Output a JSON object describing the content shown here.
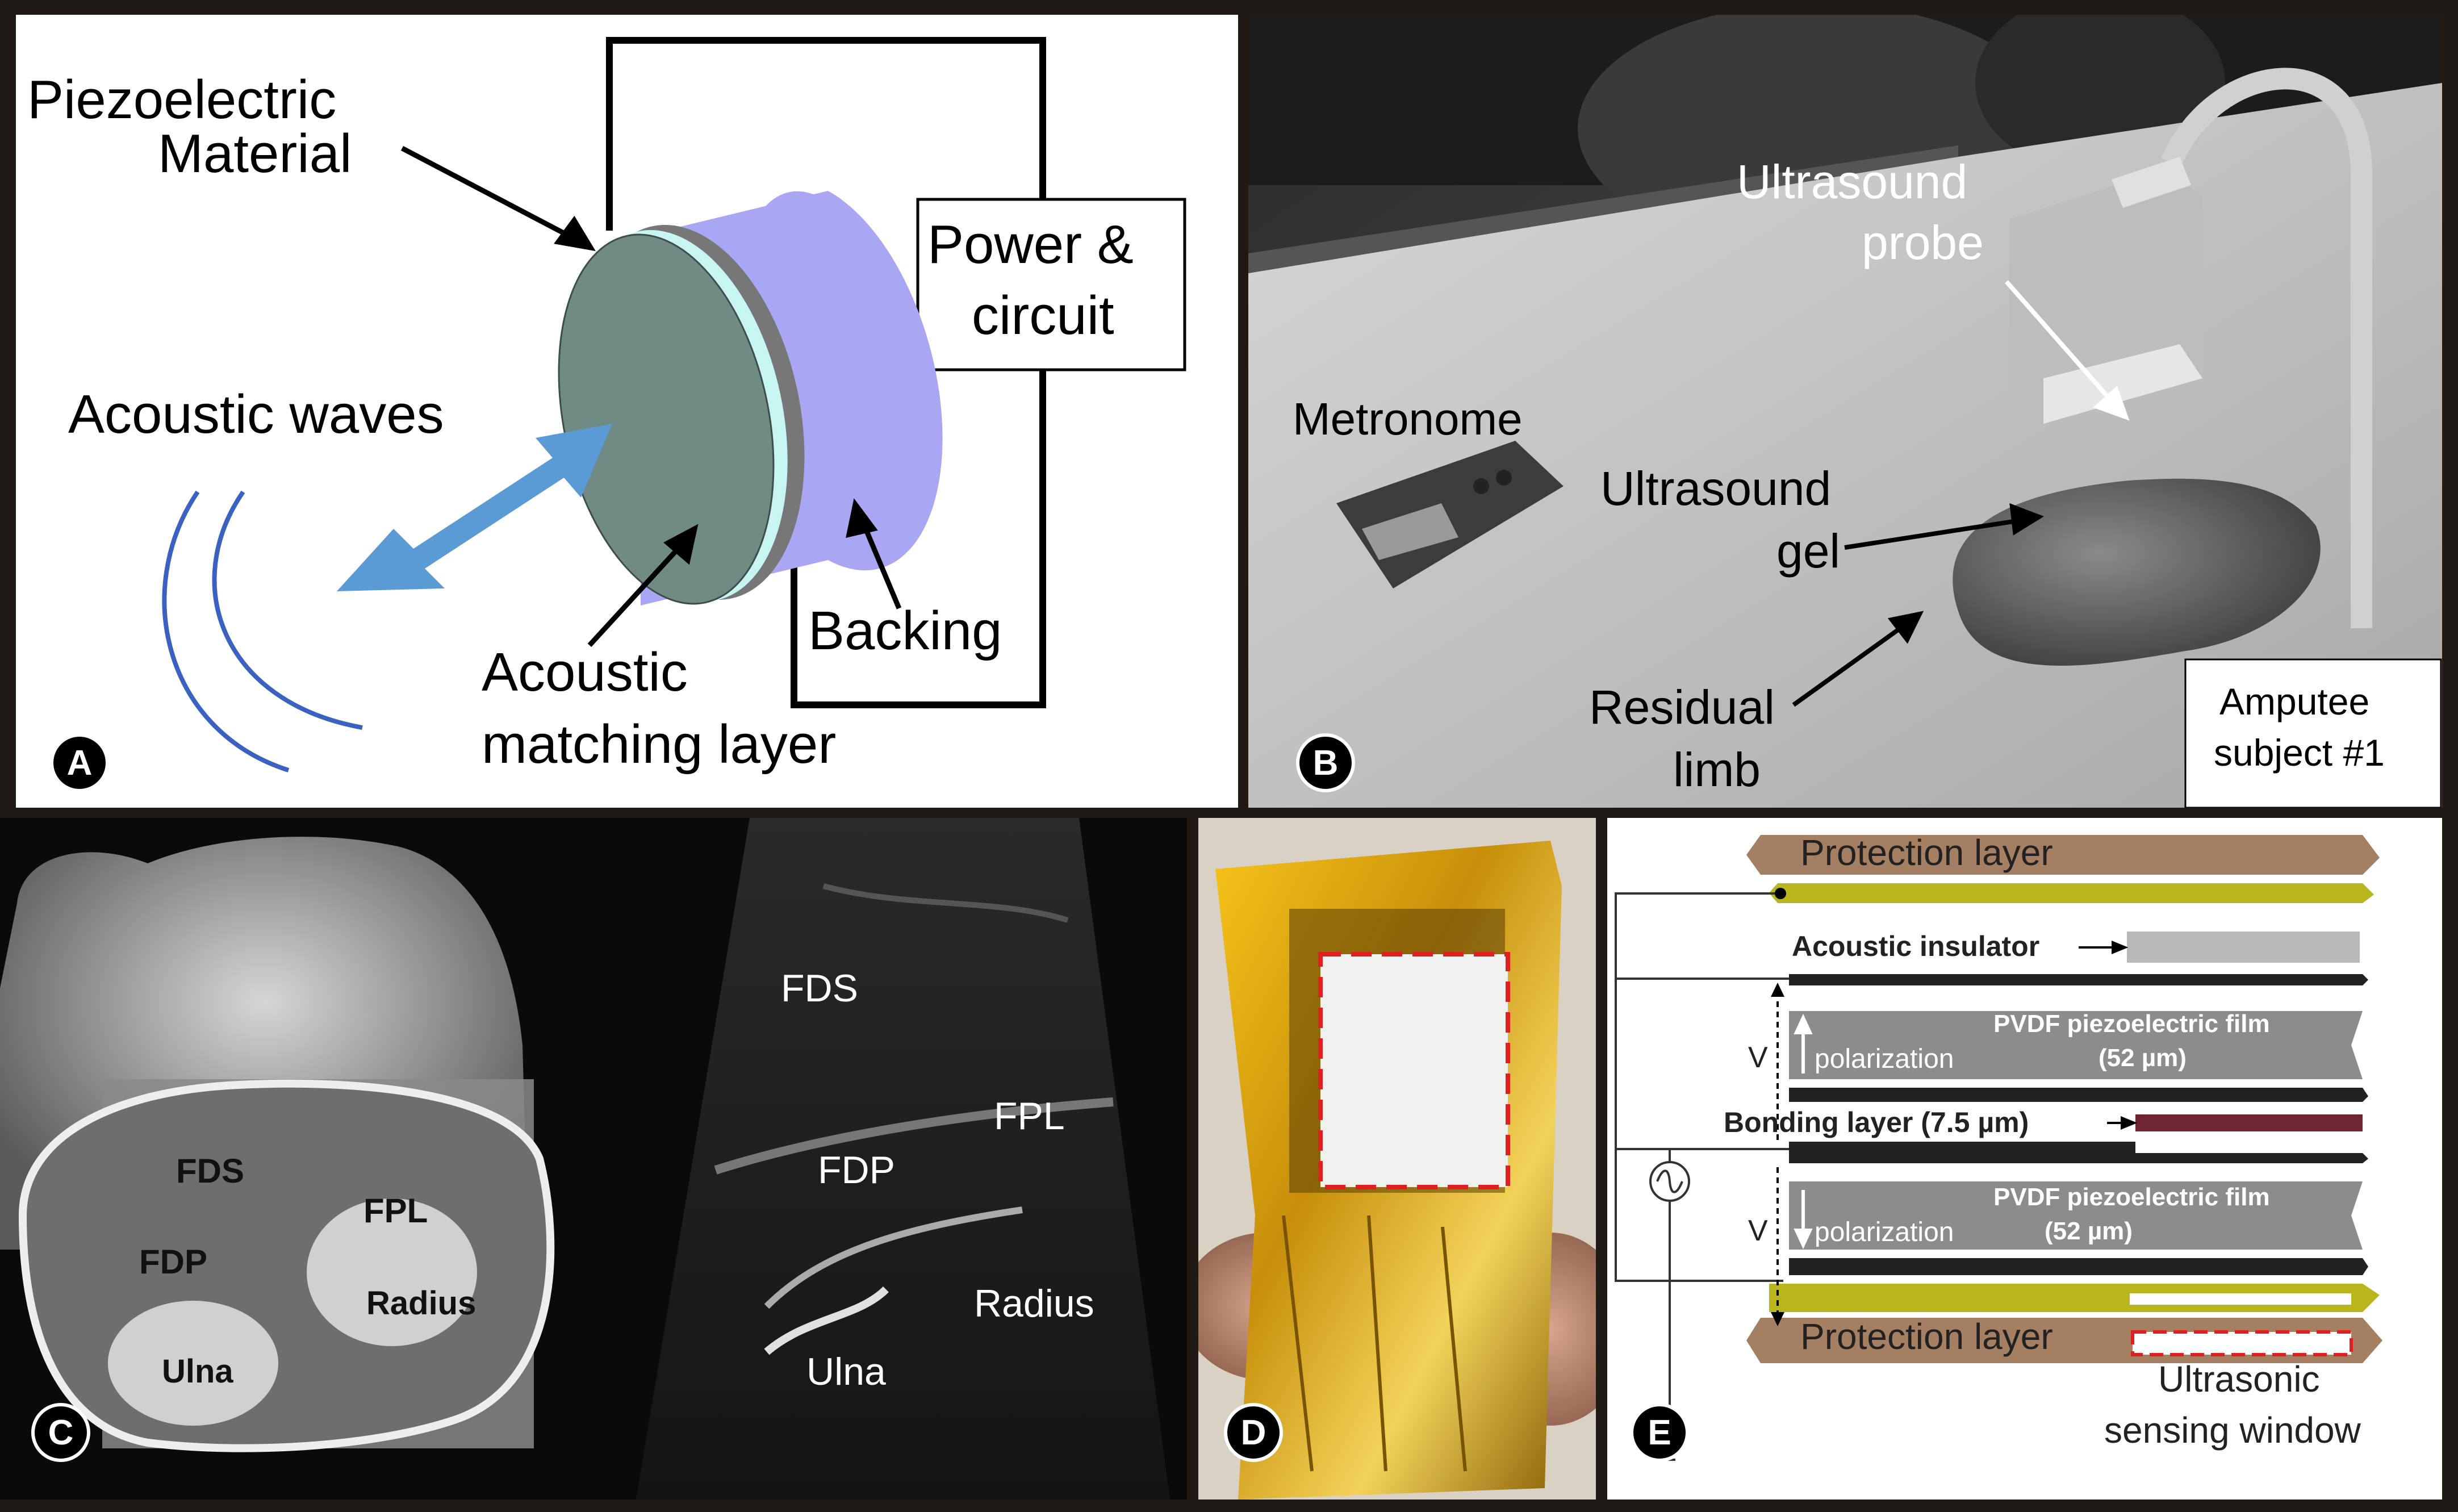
{
  "panel_a": {
    "badge": "A",
    "piezo_line1": "Piezoelectric",
    "piezo_line2": "Material",
    "power_line1": "Power &",
    "power_line2": "circuit",
    "acoustic_waves": "Acoustic waves",
    "backing": "Backing",
    "matching_line1": "Acoustic",
    "matching_line2": "matching layer"
  },
  "panel_b": {
    "badge": "B",
    "probe_line1": "Ultrasound",
    "probe_line2": "probe",
    "metronome": "Metronome",
    "gel_line1": "Ultrasound",
    "gel_line2": "gel",
    "limb_line1": "Residual",
    "limb_line2": "limb",
    "subject_line1": "Amputee",
    "subject_line2": "subject #1"
  },
  "panel_c": {
    "badge": "C",
    "section_labels": [
      "FDS",
      "FPL",
      "FDP",
      "Radius",
      "Ulna"
    ],
    "us_labels": [
      "FDS",
      "FPL",
      "FDP",
      "Radius",
      "Ulna"
    ]
  },
  "panel_d": {
    "badge": "D"
  },
  "panel_e": {
    "badge": "E",
    "protection_top": "Protection layer",
    "acoustic_insulator": "Acoustic insulator",
    "pvdf_top": "PVDF piezoelectric film",
    "polarization_top": "polarization",
    "thickness_top": "(52 µm)",
    "bonding": "Bonding layer (7.5 µm)",
    "pvdf_bottom": "PVDF piezoelectric film",
    "polarization_bottom": "polarization",
    "thickness_bottom": "(52 µm)",
    "protection_bottom": "Protection layer",
    "window_line1": "Ultrasonic",
    "window_line2": "sensing window",
    "voltage_top": "V",
    "voltage_bottom": "V"
  },
  "colors": {
    "wave_blue": "#3b62c0",
    "arrow_blue": "#5b9bd5",
    "backing_violet": "#a9a7f4",
    "matching_teal": "#6f8b84",
    "protection_brown": "#a57f61",
    "electrode_olive": "#b8b61c",
    "pvdf_gray": "#8c8c8c",
    "bonding_maroon": "#6e2433",
    "window_red": "#e02020"
  }
}
